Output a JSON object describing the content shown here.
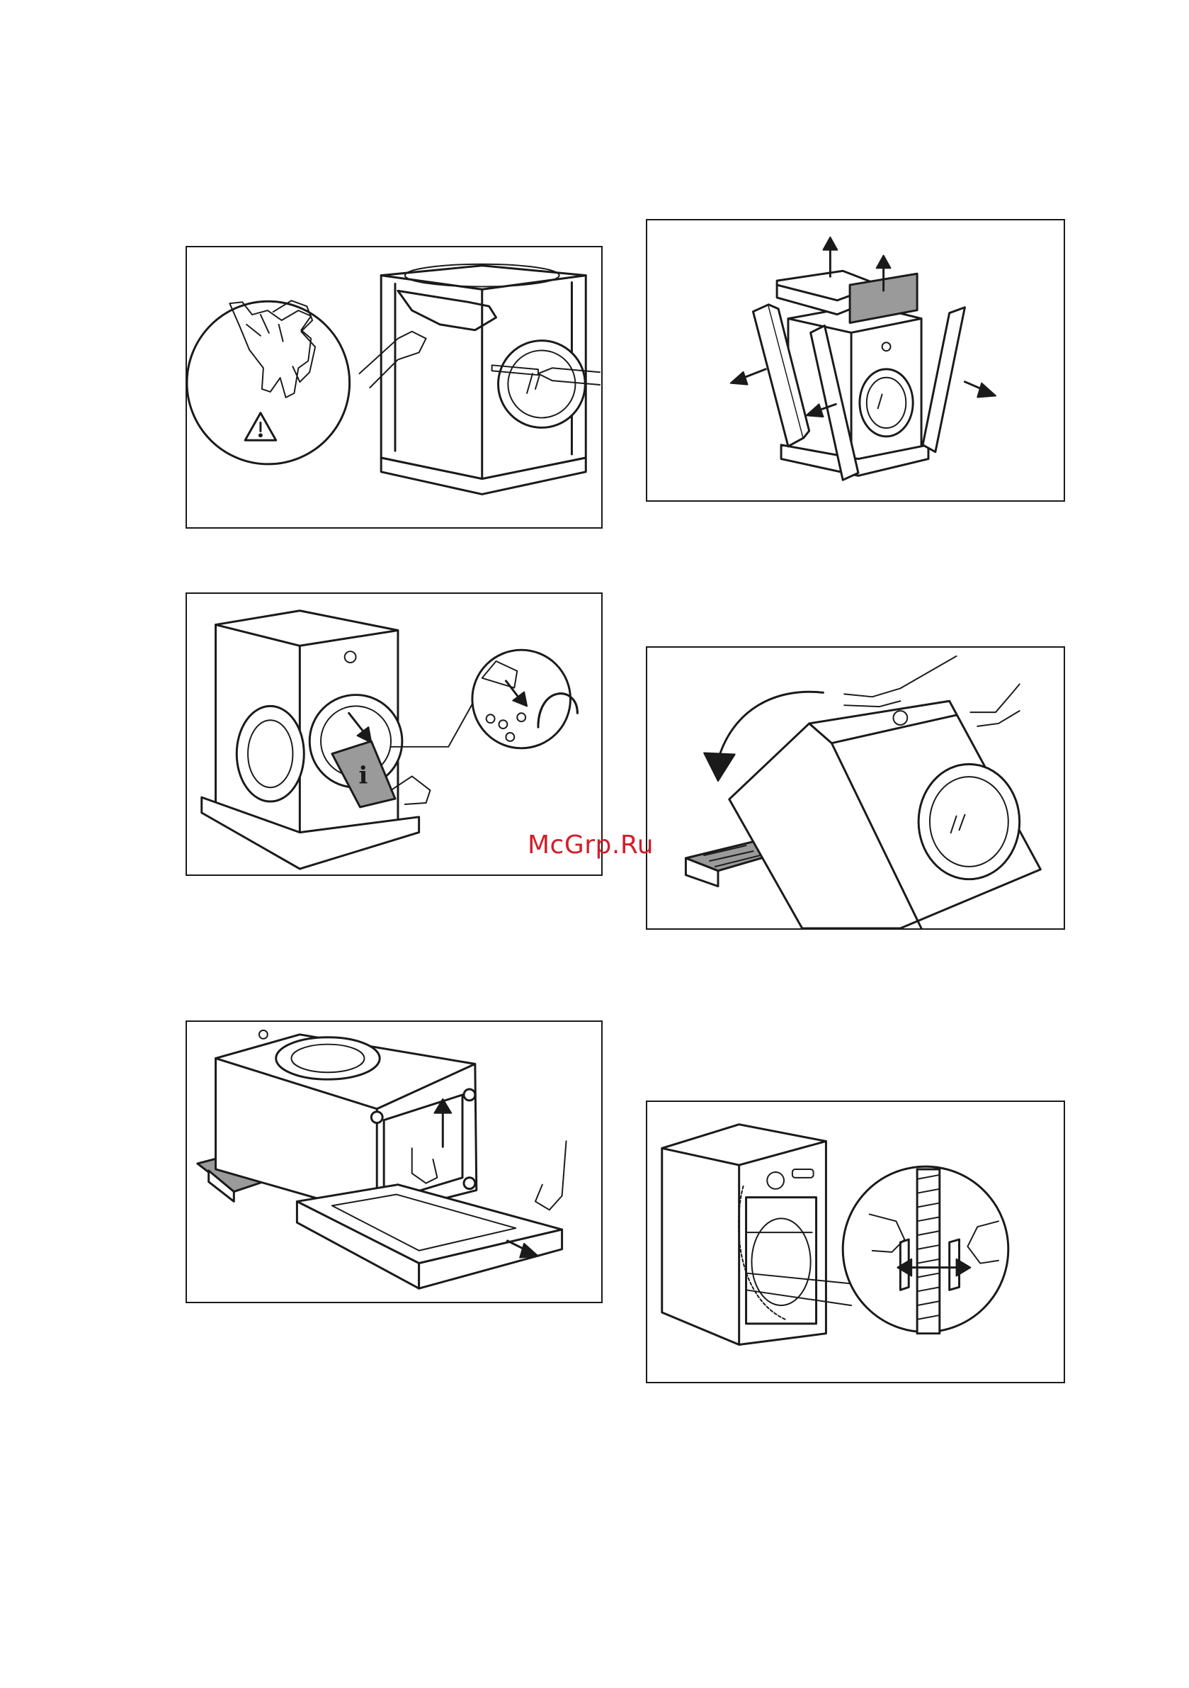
{
  "watermark": {
    "text": "McGrp.Ru",
    "color": "#d21e2b"
  },
  "figures": [
    {
      "id": "unpack-remove-film",
      "icons": [
        "gloves-icon",
        "warning-triangle-icon",
        "washing-machine-icon",
        "hand-icon",
        "utility-knife-icon"
      ]
    },
    {
      "id": "remove-packaging-parts",
      "icons": [
        "packaging-top-icon",
        "arrow-up-icon",
        "corner-protector-icon",
        "arrow-out-icon",
        "washing-machine-icon"
      ]
    },
    {
      "id": "open-door-remove-bag",
      "icons": [
        "washing-machine-icon",
        "information-bag-icon",
        "accessories-zoom-icon",
        "hose-bend-icon",
        "arrow-down-icon"
      ]
    },
    {
      "id": "tilt-machine-back",
      "icons": [
        "washing-machine-icon",
        "hand-icon",
        "curved-arrow-icon",
        "foam-block-icon"
      ]
    },
    {
      "id": "remove-base-packaging",
      "icons": [
        "washing-machine-icon",
        "hand-icon",
        "arrow-up-icon",
        "arrow-out-icon",
        "foam-block-icon"
      ]
    },
    {
      "id": "remove-hose-clip",
      "icons": [
        "washing-machine-icon",
        "hose-clip-zoom-icon",
        "double-arrow-icon",
        "hand-icon"
      ]
    }
  ]
}
